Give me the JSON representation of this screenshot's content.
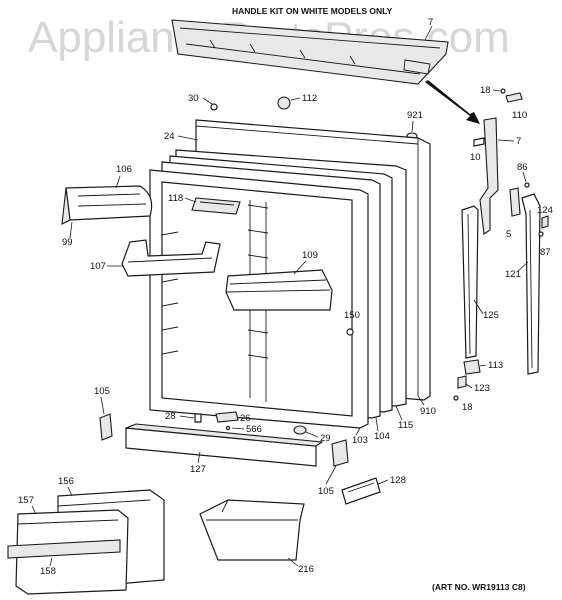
{
  "header": {
    "title": "HANDLE KIT ON WHITE MODELS ONLY"
  },
  "watermark": {
    "text": "AppliancePartsPros.com"
  },
  "footer": {
    "art_number": "(ART NO. WR19113 C8)"
  },
  "callouts": {
    "c7a": "7",
    "c30": "30",
    "c112": "112",
    "c18a": "18",
    "c110": "110",
    "c921": "921",
    "c24": "24",
    "c7b": "7",
    "c10": "10",
    "c106": "106",
    "c118": "118",
    "c86": "86",
    "c99": "99",
    "c124": "124",
    "c5": "5",
    "c87": "87",
    "c109": "109",
    "c107": "107",
    "c121": "121",
    "c150": "150",
    "c125": "125",
    "c113": "113",
    "c105a": "105",
    "c123": "123",
    "c18b": "18",
    "c910": "910",
    "c115": "115",
    "c28": "28",
    "c26": "26",
    "c566": "566",
    "c104": "104",
    "c29": "29",
    "c103": "103",
    "c127": "127",
    "c105b": "105",
    "c128": "128",
    "c156": "156",
    "c157": "157",
    "c158": "158",
    "c216": "216"
  }
}
